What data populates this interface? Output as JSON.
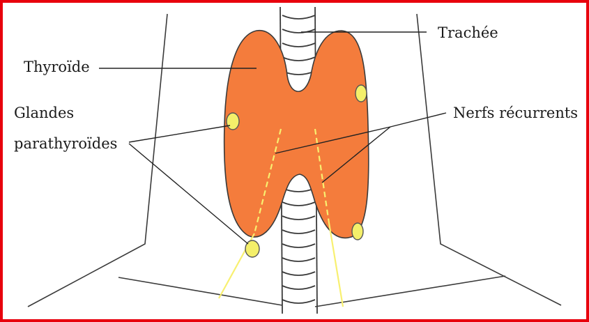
{
  "diagram": {
    "labels": {
      "trachea": "Trachée",
      "thyroid": "Thyroïde",
      "parathyroid_line1": "Glandes",
      "parathyroid_line2": "parathyroïdes",
      "recurrent_nerves": "Nerfs récurrents"
    },
    "colors": {
      "frame_border": "#e8000c",
      "thyroid_fill": "#f47c3c",
      "parathyroid_fill": "#f4ef6a",
      "nerve": "#f8f070",
      "outline": "#3a3a3a"
    }
  }
}
